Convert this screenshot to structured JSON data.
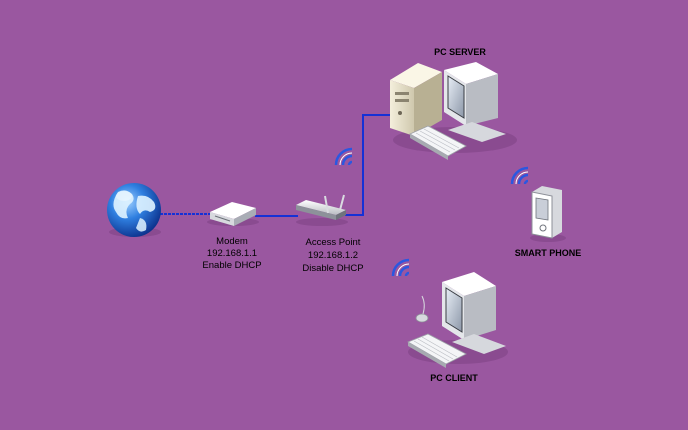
{
  "colors": {
    "background": "#9a57a0",
    "link": "#1531d6",
    "wifi": "#2b57e0"
  },
  "nodes": {
    "internet": {
      "icon": "globe-icon"
    },
    "modem": {
      "icon": "modem-icon",
      "lines": [
        "Modem",
        "192.168.1.1",
        "Enable DHCP"
      ]
    },
    "access_point": {
      "icon": "access-point-icon",
      "lines": [
        "Access Point",
        "192.168.1.2",
        "Disable DHCP"
      ]
    },
    "pc_server": {
      "icon": "desktop-server-icon",
      "label": "PC SERVER"
    },
    "smart_phone": {
      "icon": "smartphone-icon",
      "label": "SMART PHONE"
    },
    "pc_client": {
      "icon": "desktop-computer-icon",
      "label": "PC CLIENT"
    }
  }
}
